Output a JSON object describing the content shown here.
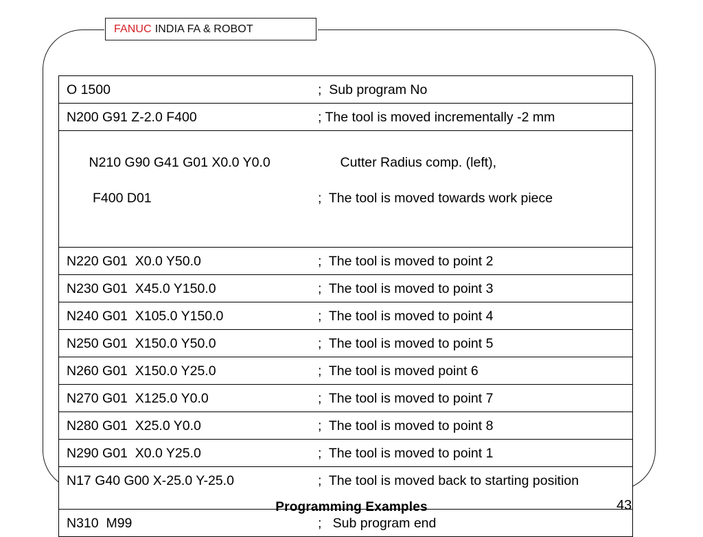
{
  "header": {
    "brand": "FANUC",
    "rest": "INDIA  FA & ROBOT"
  },
  "table": {
    "rows": [
      {
        "code": "O 1500",
        "comment": ";  Sub program No"
      },
      {
        "code": "N200 G91 Z-2.0 F400",
        "comment": "; The tool is moved incrementally -2 mm"
      },
      {
        "code": "N210 G90 G41 G01 X0.0 Y0.0",
        "code2": "F400 D01",
        "comment": "Cutter Radius comp. (left),",
        "comment2": ";  The tool is moved towards work piece"
      },
      {
        "code": "N220 G01  X0.0 Y50.0",
        "comment": ";  The tool is moved to point 2"
      },
      {
        "code": "N230 G01  X45.0 Y150.0",
        "comment": ";  The tool is moved to point 3"
      },
      {
        "code": "N240 G01  X105.0 Y150.0",
        "comment": ";  The tool is moved to point 4"
      },
      {
        "code": "N250 G01  X150.0 Y50.0",
        "comment": ";  The tool is moved to point 5"
      },
      {
        "code": "N260 G01  X150.0 Y25.0",
        "comment": ";  The tool is moved point 6"
      },
      {
        "code": "N270 G01  X125.0 Y0.0",
        "comment": ";  The tool is moved to point 7"
      },
      {
        "code": "N280 G01  X25.0 Y0.0",
        "comment": ";  The tool is moved to point 8"
      },
      {
        "code": "N290 G01  X0.0 Y25.0",
        "comment": ";  The tool is moved to point 1"
      },
      {
        "code": "N17 G40 G00 X-25.0 Y-25.0",
        "comment": ";  The tool is moved back to starting position"
      },
      {
        "code": "N310  M99",
        "comment": ";   Sub program end"
      }
    ]
  },
  "footer": {
    "title": "Programming Examples",
    "page_number": "43"
  },
  "colors": {
    "brand_red": "#d42027",
    "line_black": "#000000",
    "background": "#ffffff"
  }
}
